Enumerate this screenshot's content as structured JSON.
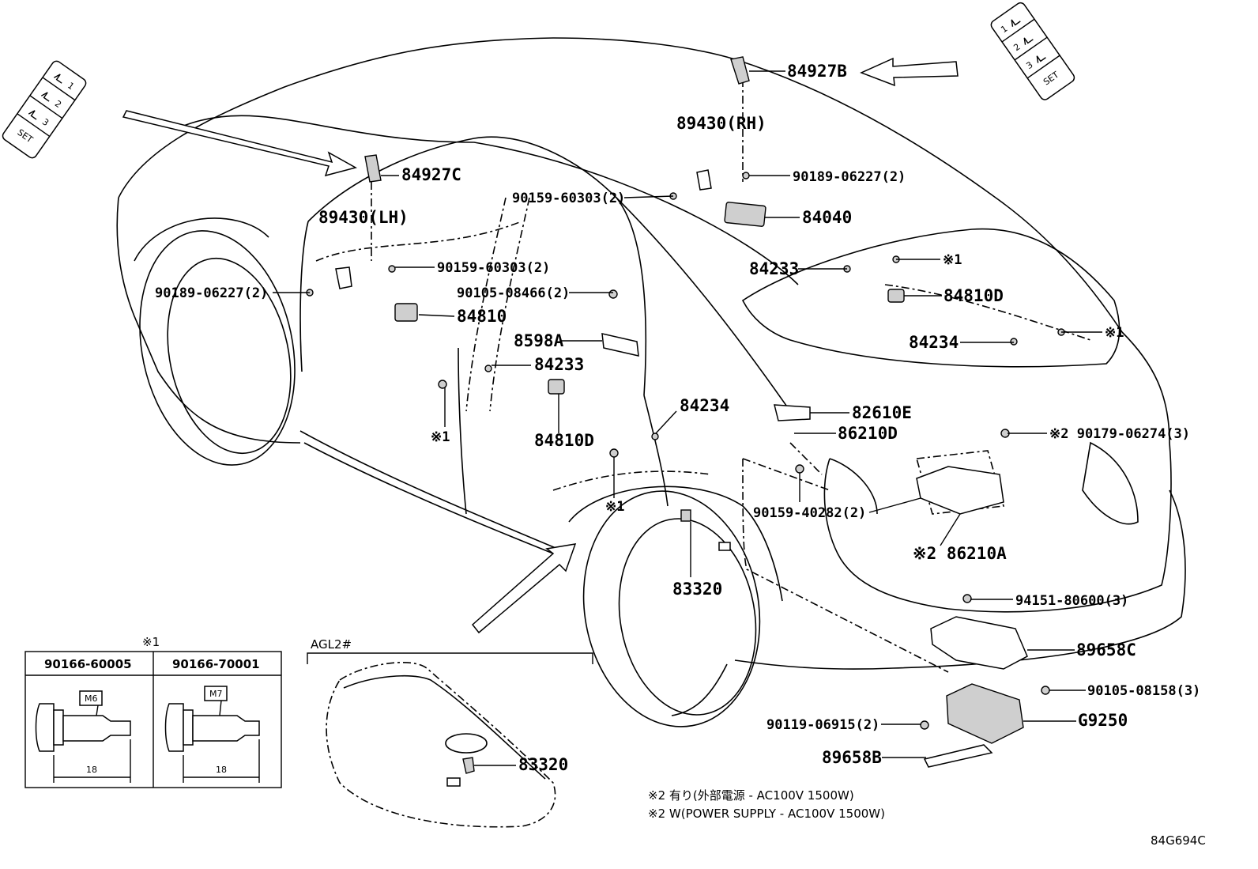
{
  "diagram_code": "84G694C",
  "callouts": {
    "p84927B": "84927B",
    "p89430RH": "89430(RH)",
    "p90189_rh": "90189-06227(2)",
    "p84927C": "84927C",
    "p90159_60303_top": "90159-60303(2)",
    "p84040": "84040",
    "p89430LH": "89430(LH)",
    "p90159_60303_mid": "90159-60303(2)",
    "p84233_right": "84233",
    "ref1_a": "※1",
    "p90189_lh": "90189-06227(2)",
    "p90105_08466": "90105-08466(2)",
    "p84810D_right": "84810D",
    "p84810": "84810",
    "p8598A": "8598A",
    "p84234_right": "84234",
    "ref1_b": "※1",
    "p84233_left": "84233",
    "p84234_mid": "84234",
    "p82610E": "82610E",
    "ref1_c": "※1",
    "p86210D": "86210D",
    "p90179": "※2 90179-06274(3)",
    "p84810D_left": "84810D",
    "ref1_d": "※1",
    "p90159_40282": "90159-40282(2)",
    "p86210A": "※2 86210A",
    "p83320_main": "83320",
    "p94151": "94151-80600(3)",
    "p89658C": "89658C",
    "p90105_08158": "90105-08158(3)",
    "p90119": "90119-06915(2)",
    "p G9250": "G9250",
    "p89658B": "89658B",
    "p83320_inset": "83320"
  },
  "inset_agl": {
    "title": "AGL2#"
  },
  "fastener_table": {
    "header_note": "※1",
    "columns": [
      {
        "part_no": "90166-60005",
        "thread": "M6",
        "length": "18"
      },
      {
        "part_no": "90166-70001",
        "thread": "M7",
        "length": "18"
      }
    ]
  },
  "notes": [
    "※2 有り(外部電源 - AC100V 1500W)",
    "※2 W(POWER SUPPLY - AC100V 1500W)"
  ],
  "seat_switch": {
    "buttons": [
      "1",
      "2",
      "3"
    ],
    "set_label": "SET"
  },
  "icons": [
    "arrow-icon",
    "seat-icon"
  ]
}
